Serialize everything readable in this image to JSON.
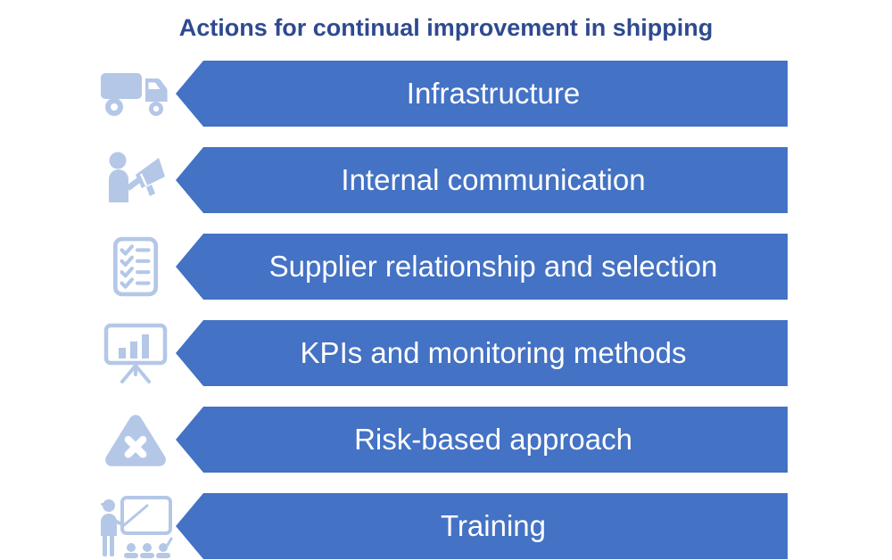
{
  "title": "Actions for continual improvement in shipping",
  "colors": {
    "banner": "#4472C4",
    "icon": "#B4C7E7",
    "title_text": "#2E4A90",
    "banner_text": "#FFFFFF",
    "background": "#FFFFFF"
  },
  "rows": [
    {
      "label": "Infrastructure",
      "icon": "truck-icon"
    },
    {
      "label": "Internal communication",
      "icon": "megaphone-person-icon"
    },
    {
      "label": "Supplier relationship and selection",
      "icon": "checklist-icon"
    },
    {
      "label": "KPIs and monitoring methods",
      "icon": "bar-chart-presentation-icon"
    },
    {
      "label": "Risk-based approach",
      "icon": "warning-triangle-x-icon"
    },
    {
      "label": "Training",
      "icon": "training-classroom-icon"
    }
  ]
}
